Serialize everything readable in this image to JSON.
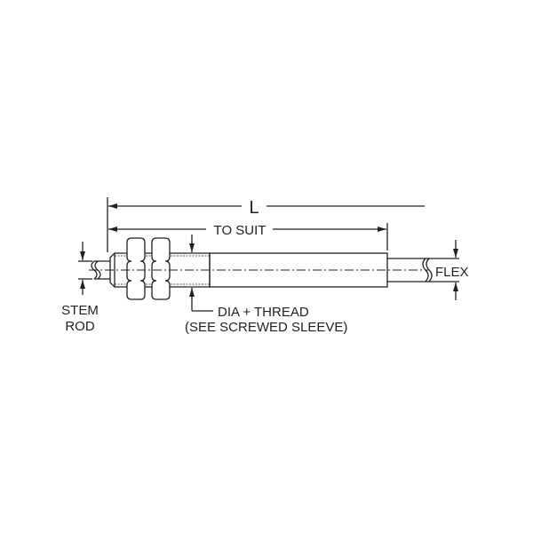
{
  "labels": {
    "length": "L",
    "to_suit": "TO SUIT",
    "flex": "FLEX",
    "stem_line1": "STEM",
    "stem_line2": "ROD",
    "dia_line1": "DIA + THREAD",
    "dia_line2": "(SEE SCREWED SLEEVE)"
  },
  "colors": {
    "ink": "#231f20",
    "background": "#ffffff"
  }
}
